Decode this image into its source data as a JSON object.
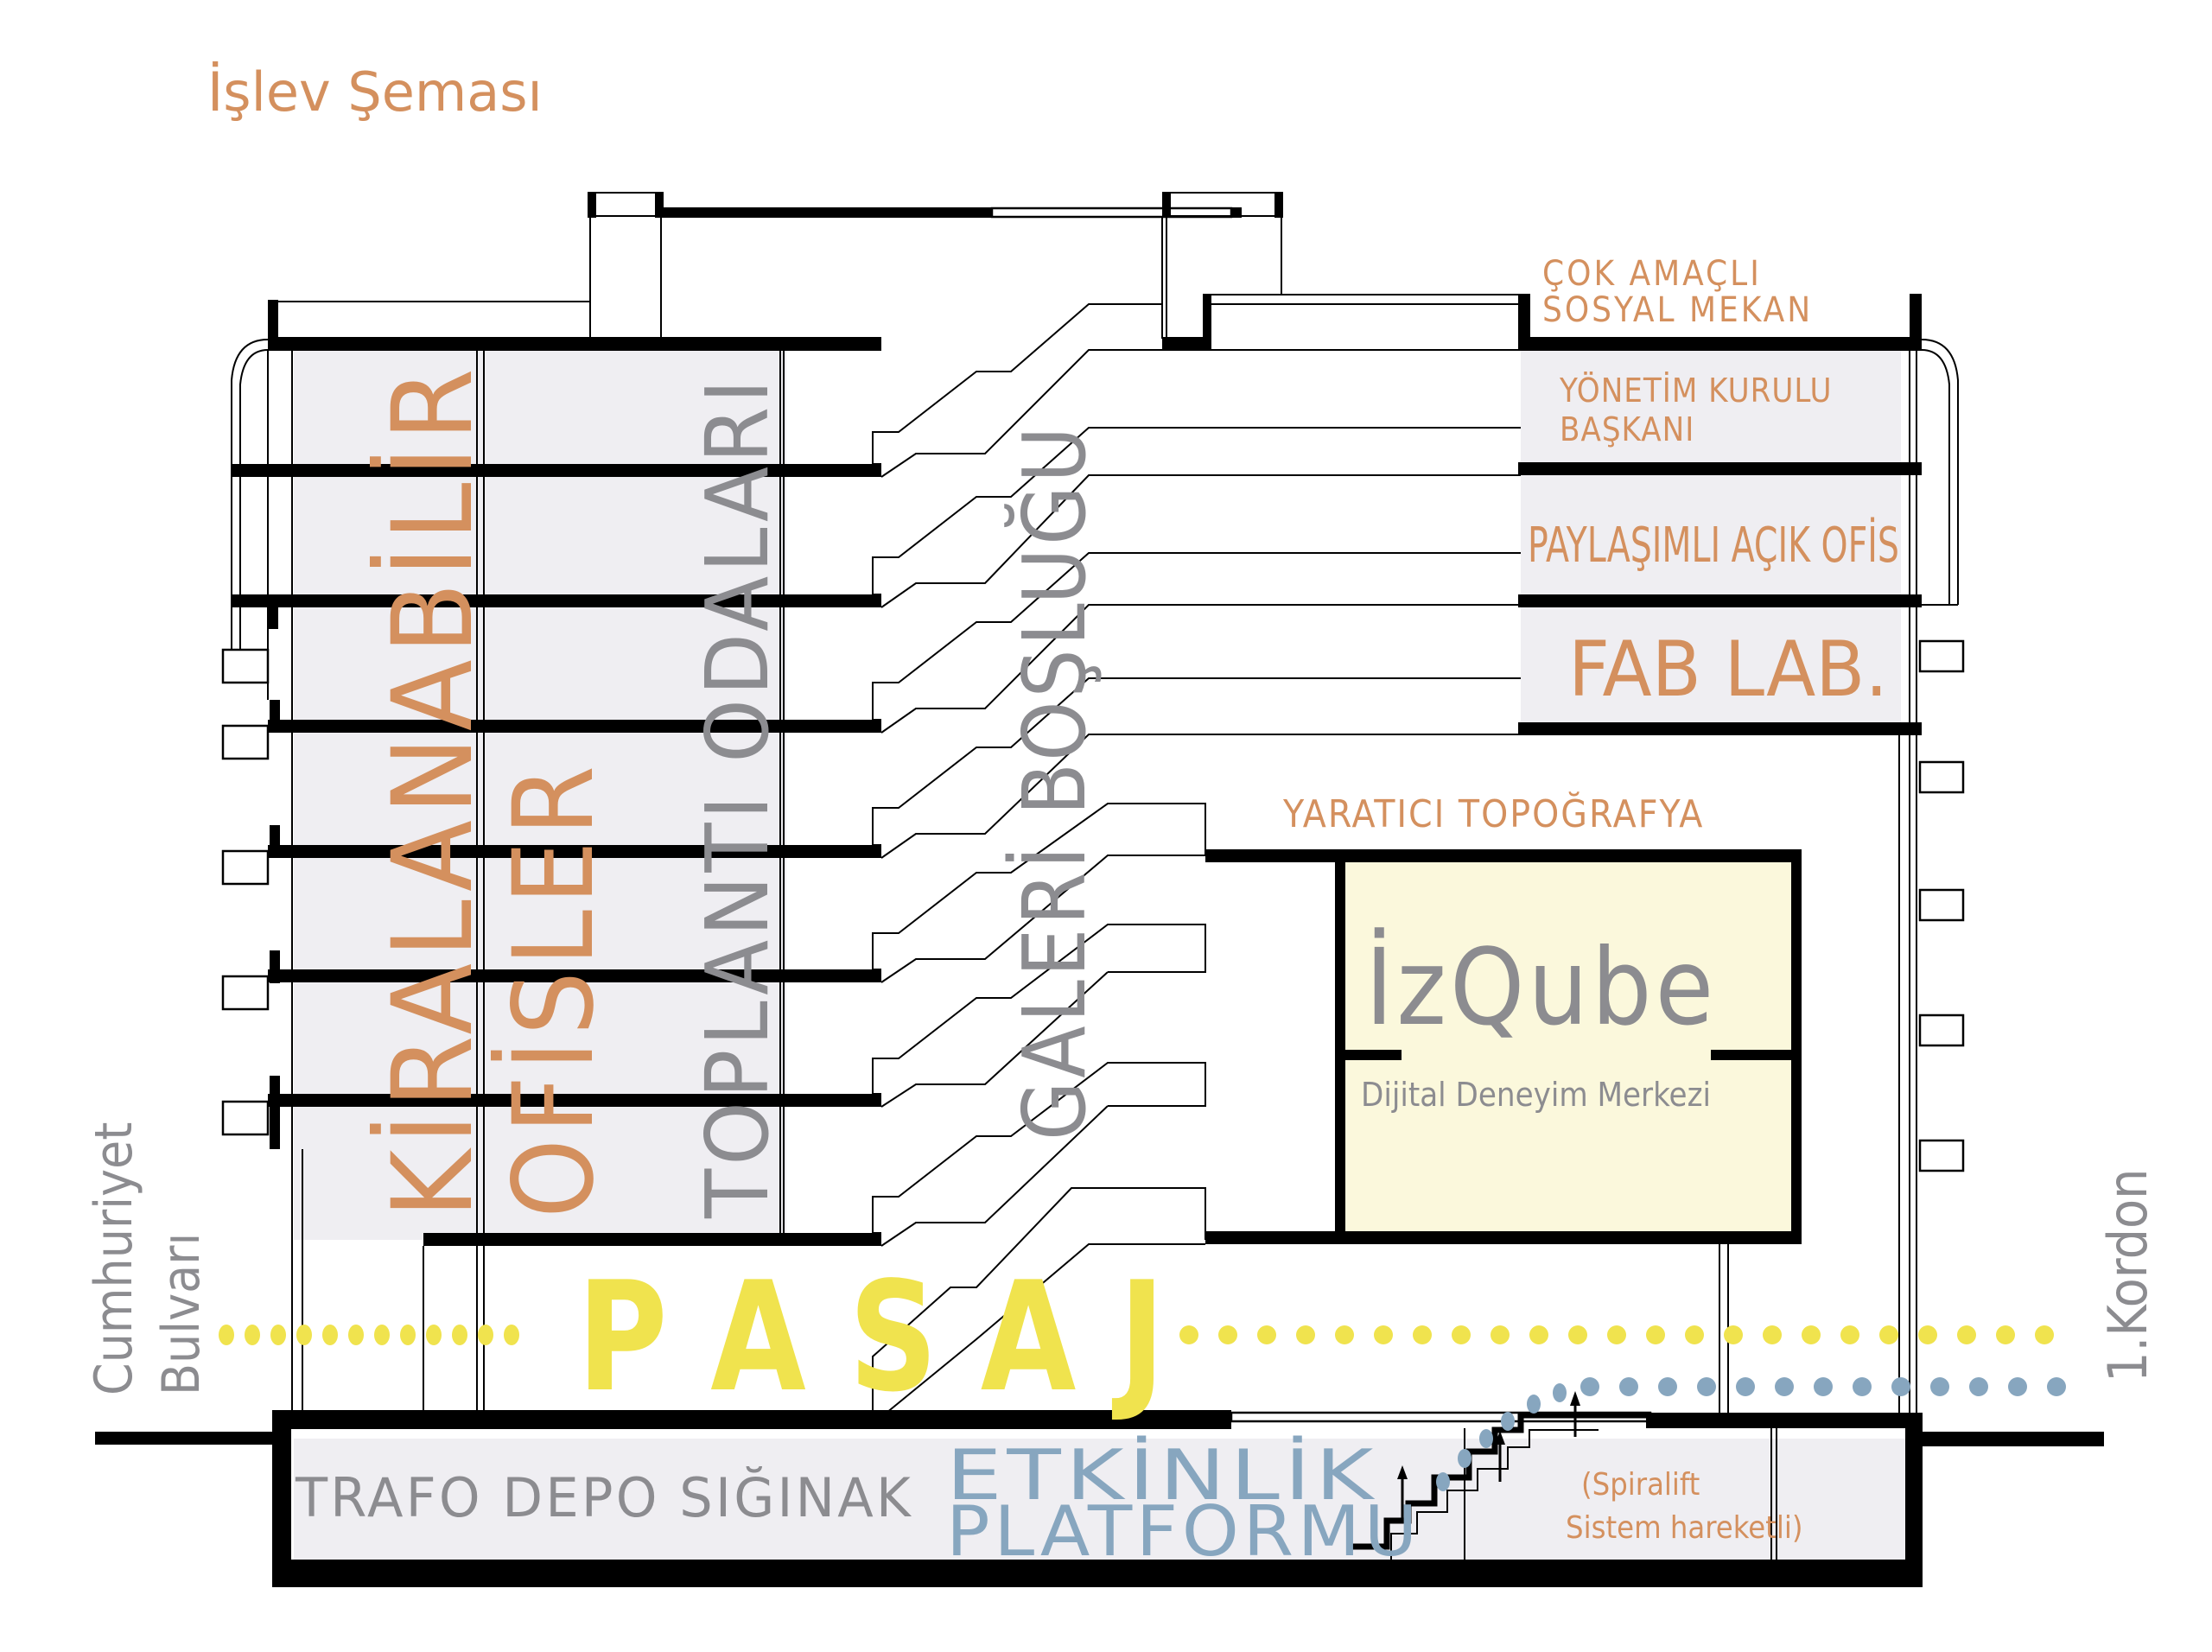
{
  "title": "İşlev Şeması",
  "labels": {
    "cok_amacli_1": "ÇOK AMAÇLI",
    "cok_amacli_2": "SOSYAL MEKAN",
    "yonetim_1": "YÖNETİM KURULU",
    "yonetim_2": "BAŞKANI",
    "paylasimli": "PAYLAŞIMLI AÇIK OFİS",
    "fablab": "FAB LAB.",
    "yaratici": "YARATICI TOPOĞRAFYA",
    "izqube": "İzQube",
    "izqube_sub": "Dijital Deneyim Merkezi",
    "kiralanabilir": "KİRALANABİLİR",
    "ofisler": "OFİSLER",
    "toplanti": "TOPLANTI ODALARI",
    "galeri": "GALERİ BOŞLUĞU",
    "pasaj": "P A S A J",
    "trafo": "TRAFO  DEPO  SIĞINAK",
    "etkinlik_1": "ETKİNLİK",
    "etkinlik_2": "PLATFORMU",
    "spiralift_1": "(Spiralift",
    "spiralift_2": "Sistem hareketli)",
    "cumhuriyet_1": "Cumhuriyet",
    "cumhuriyet_2": "Bulvarı",
    "kordon": "1.Kordon"
  },
  "colors": {
    "orange": "#d4905e",
    "grey": "#8c8c90",
    "blue": "#87a6bf",
    "yellow": "#f0e34e",
    "room_fill": "#efeef2",
    "izqube_fill": "#fbf8dc"
  }
}
